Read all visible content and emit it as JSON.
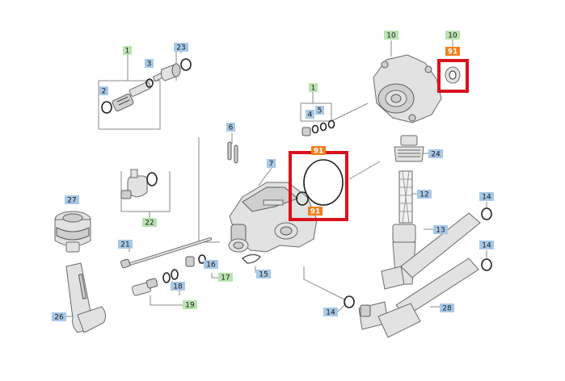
{
  "colors": {
    "label_blue": "#a8c8e6",
    "label_green": "#b9e3b0",
    "label_orange": "#f07f1a",
    "highlight_red": "#d9121c"
  },
  "labels": {
    "l1a": "1",
    "l1b": "1",
    "l2": "2",
    "l3": "3",
    "l4": "4",
    "l5": "5",
    "l6": "6",
    "l7": "7",
    "l10a": "10",
    "l10b": "10",
    "l12": "12",
    "l13": "13",
    "l14a": "14",
    "l14b": "14",
    "l14c": "14",
    "l15": "15",
    "l16": "16",
    "l17": "17",
    "l18": "18",
    "l19": "19",
    "l21": "21",
    "l22": "22",
    "l23": "23",
    "l24": "24",
    "l26": "26",
    "l27": "27",
    "l28": "28",
    "l91a": "91",
    "l91b": "91",
    "l91c": "91"
  }
}
